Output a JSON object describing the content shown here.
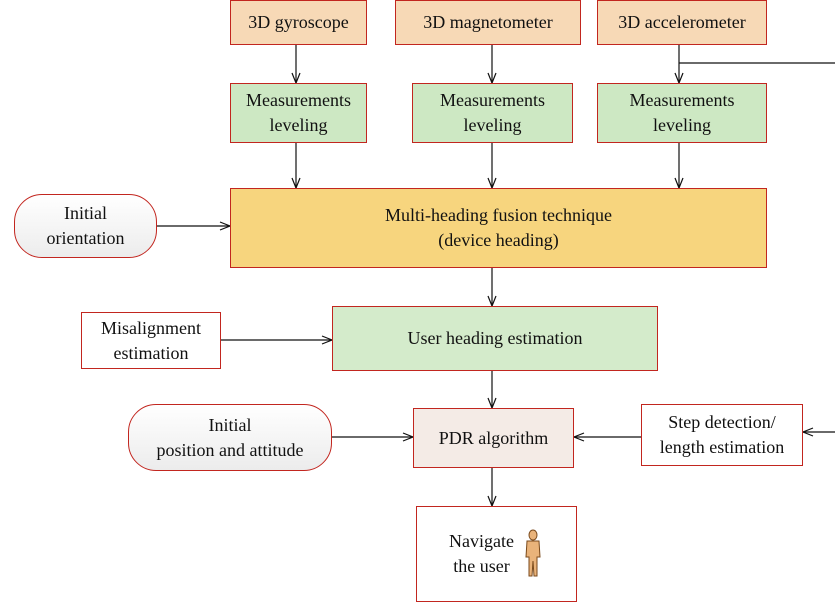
{
  "diagram": {
    "sensors": {
      "gyroscope": "3D gyroscope",
      "magnetometer": "3D magnetometer",
      "accelerometer": "3D accelerometer"
    },
    "leveling": {
      "line1": "Measurements",
      "line2": "leveling"
    },
    "initial_orientation": {
      "line1": "Initial",
      "line2": "orientation"
    },
    "fusion": {
      "line1": "Multi-heading fusion technique",
      "line2": "(device heading)"
    },
    "misalignment": {
      "line1": "Misalignment",
      "line2": "estimation"
    },
    "user_heading": "User heading estimation",
    "initial_position": {
      "line1": "Initial",
      "line2": "position and attitude"
    },
    "pdr": "PDR algorithm",
    "step_detection": {
      "line1": "Step detection/",
      "line2": "length estimation"
    },
    "navigate": {
      "line1": "Navigate",
      "line2": "the user",
      "icon": "person-icon"
    },
    "colors": {
      "border": "#c2261f",
      "sensor_fill": "#f7d9b6",
      "leveling_fill": "#cde8c3",
      "fusion_fill": "#f7d57e",
      "user_heading_fill": "#d4ebcb",
      "pdr_fill": "#f4ebe6",
      "person_fill": "#e9b37a"
    }
  }
}
